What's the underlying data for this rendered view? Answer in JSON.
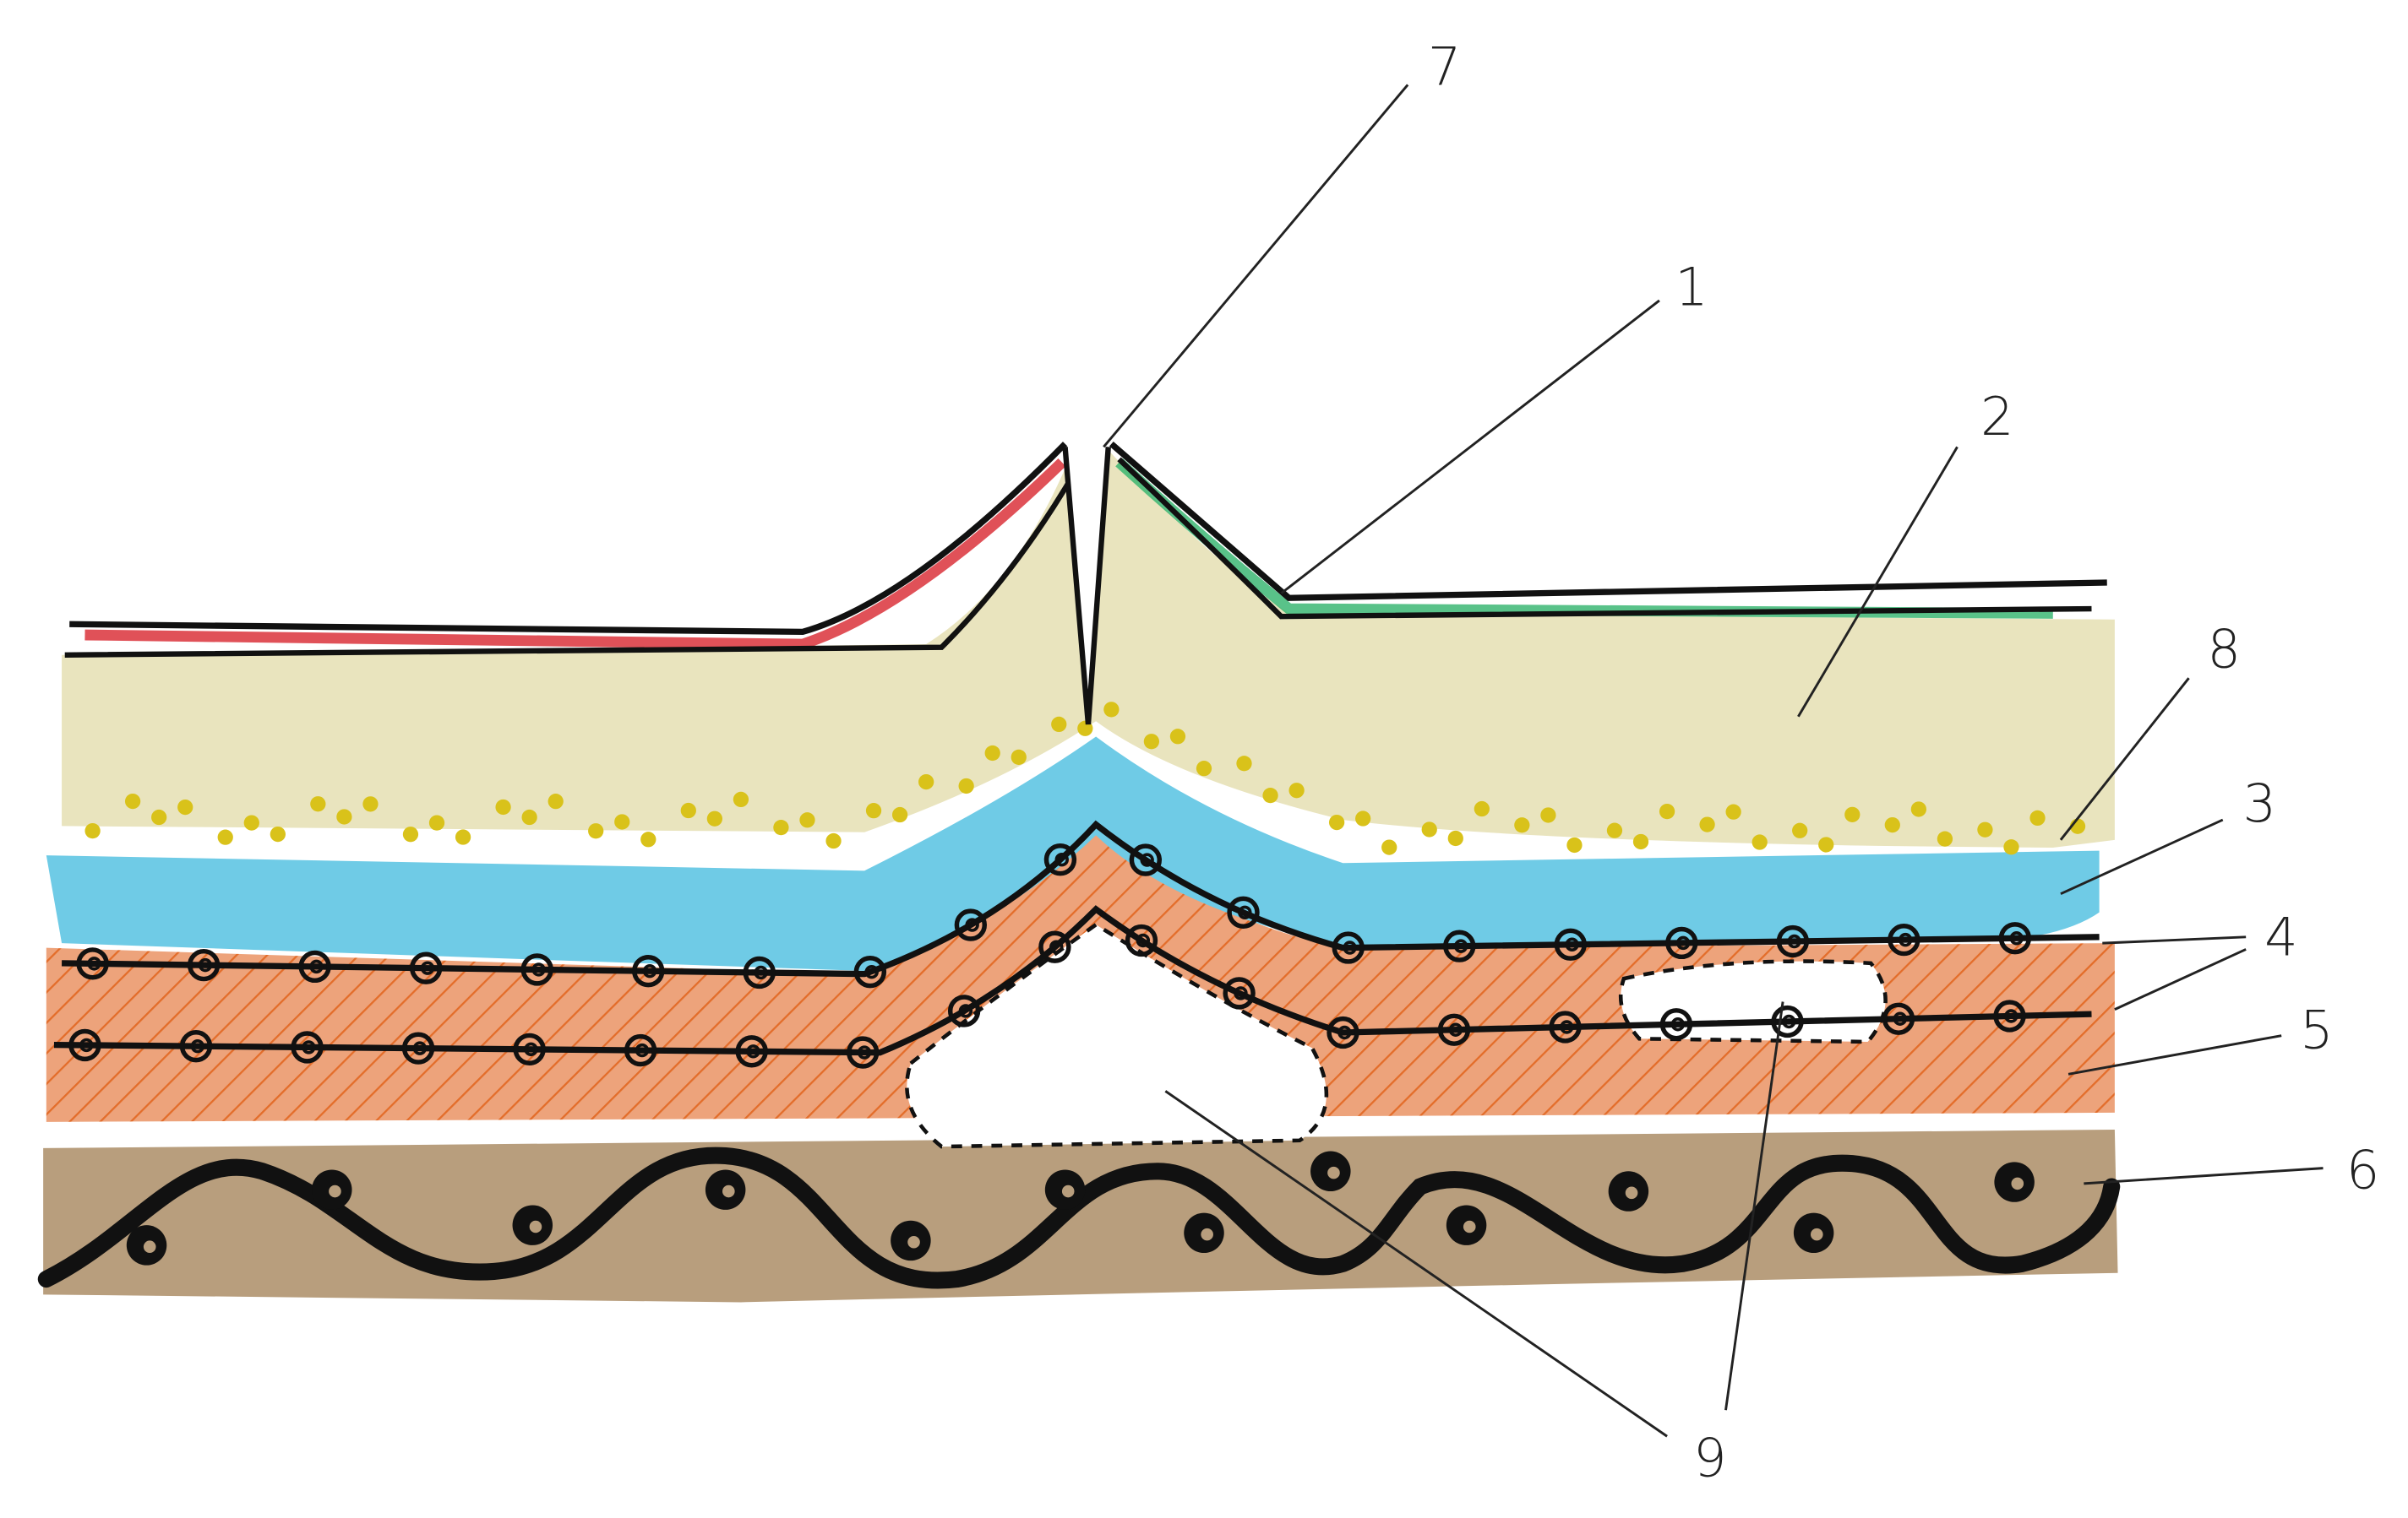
{
  "diagram": {
    "labels": {
      "l1": "1",
      "l2": "2",
      "l3": "3",
      "l4": "4",
      "l5": "5",
      "l6": "6",
      "l7": "7",
      "l8": "8",
      "l9": "9"
    },
    "colors": {
      "beige_layer": "#e9e4be",
      "yellow_dots": "#d9c21a",
      "blue_layer": "#6fcbe6",
      "orange_layer": "#ec9e74",
      "orange_hatch": "#e2651f",
      "brown_layer": "#b89e7d",
      "ink": "#111111",
      "epidermis_red": "#d8262e",
      "epidermis_green": "#2fb36c"
    }
  }
}
